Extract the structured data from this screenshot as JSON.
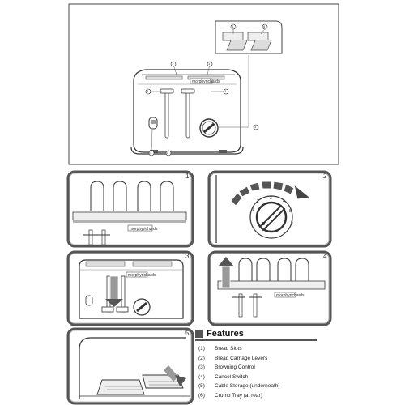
{
  "brand": "morphyrichards",
  "steps": [
    "1",
    "2",
    "3",
    "4",
    "5"
  ],
  "features": {
    "title": "Features",
    "items": [
      {
        "num": "(1)",
        "label": "Bread Slots"
      },
      {
        "num": "(2)",
        "label": "Bread Carriage Levers"
      },
      {
        "num": "(3)",
        "label": "Browning Control"
      },
      {
        "num": "(4)",
        "label": "Cancel Switch"
      },
      {
        "num": "(5)",
        "label": "Cable Storage (underneath)"
      },
      {
        "num": "(6)",
        "label": "Crumb Tray (at rear)"
      }
    ]
  },
  "callouts": [
    "1",
    "2",
    "3",
    "4",
    "5",
    "6"
  ],
  "dial_marks": [
    "1",
    "2",
    "3",
    "4",
    "5",
    "6"
  ]
}
